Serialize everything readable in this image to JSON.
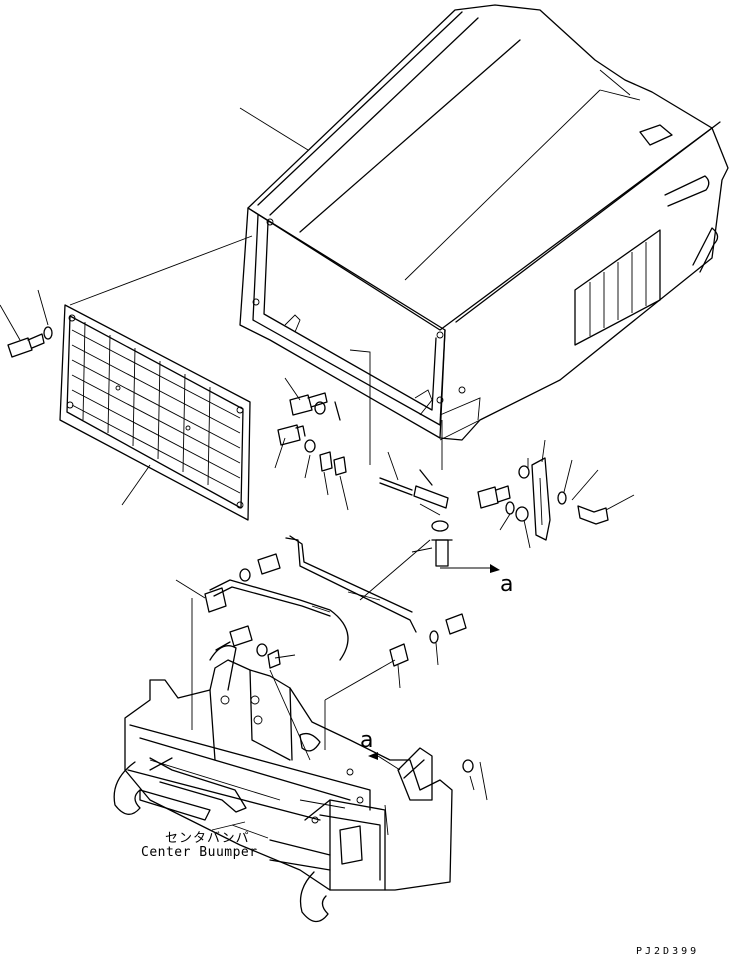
{
  "callouts": {
    "center_bumper_jp": "センタバンパ",
    "center_bumper_en": "Center Buumper",
    "ref_a_top": "a",
    "ref_a_bottom": "a"
  },
  "drawing_code": "PJ2D399"
}
